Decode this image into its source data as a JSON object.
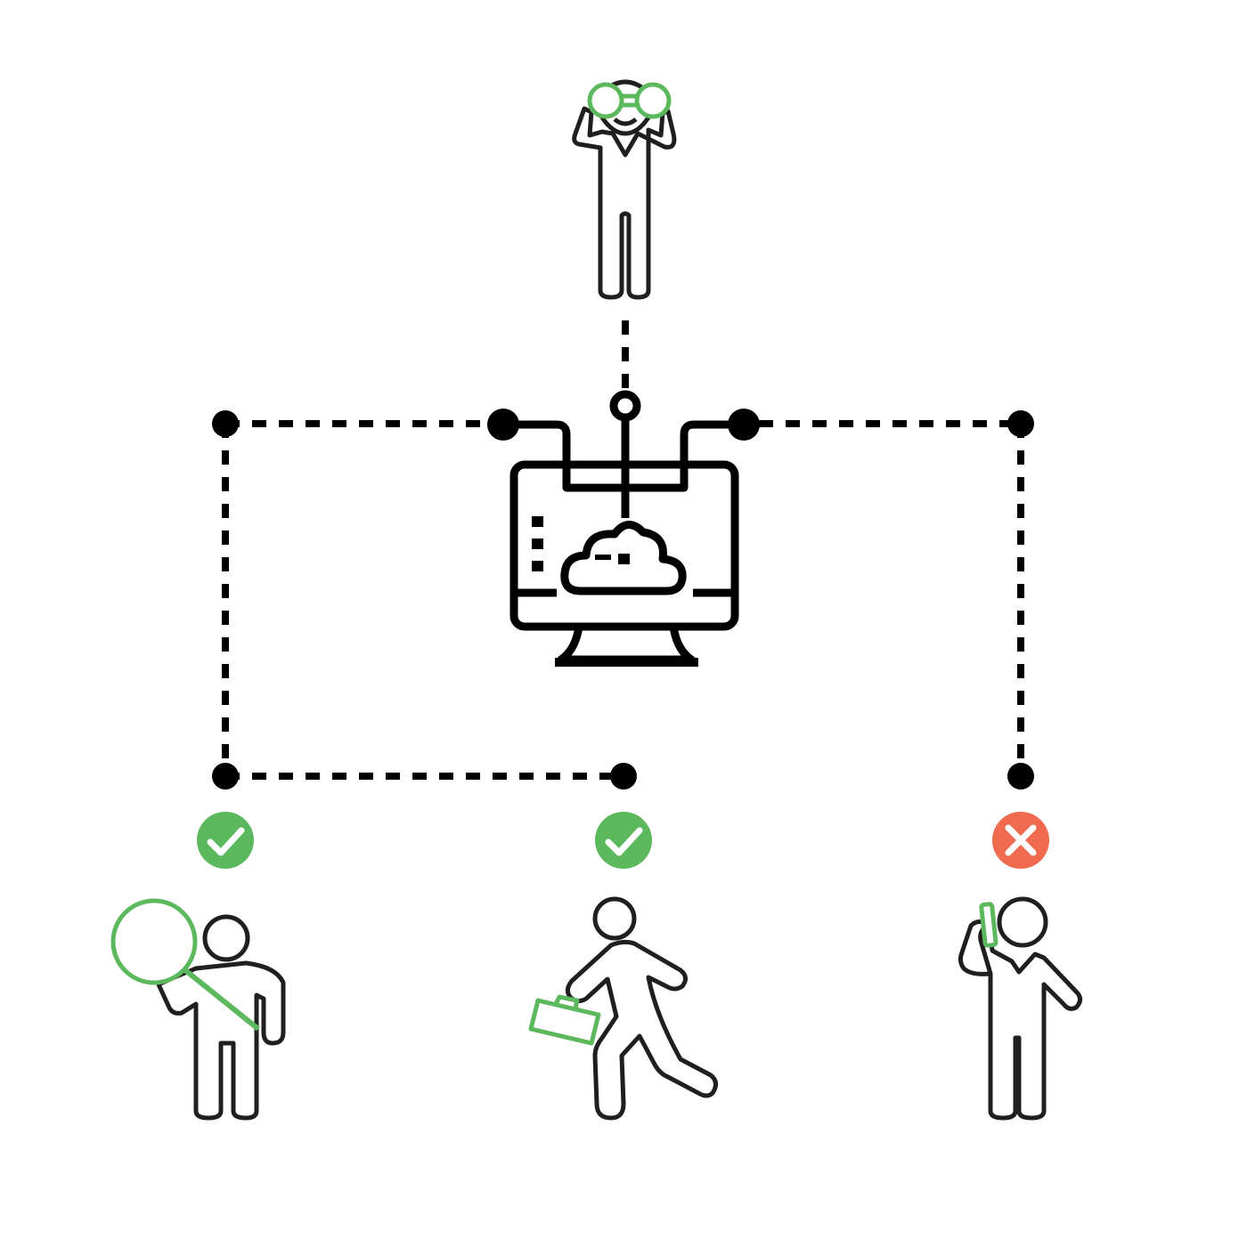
{
  "colors": {
    "line": "#000000",
    "figure_stroke": "#1f1f1f",
    "accent_green": "#5cb85c",
    "status_ok": "#5cb85c",
    "status_fail": "#f06a50",
    "background": "#ffffff"
  },
  "center": {
    "icon": "monitor-cloud-network-icon"
  },
  "top_person": {
    "icon": "person-binoculars-icon"
  },
  "branches": [
    {
      "id": "left",
      "icon": "person-magnifier-icon",
      "status": "ok",
      "status_icon": "check-icon"
    },
    {
      "id": "middle",
      "icon": "person-walking-briefcase-icon",
      "status": "ok",
      "status_icon": "check-icon"
    },
    {
      "id": "right",
      "icon": "person-phone-icon",
      "status": "fail",
      "status_icon": "cross-icon"
    }
  ]
}
